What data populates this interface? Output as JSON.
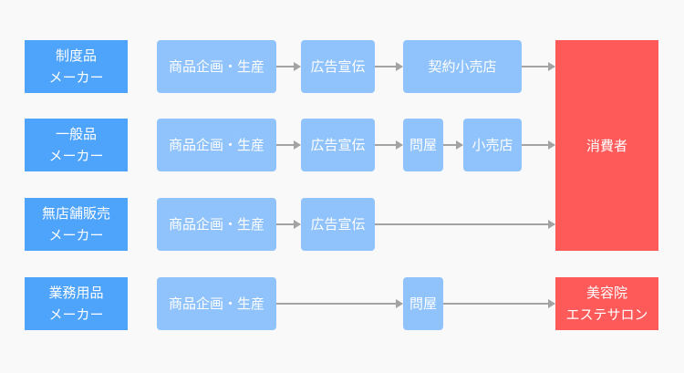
{
  "makers": [
    "制度品\nメーカー",
    "一般品\nメーカー",
    "無店舗販売\nメーカー",
    "業務用品\nメーカー"
  ],
  "steps": {
    "planning": "商品企画・生産",
    "advertising": "広告宣伝",
    "contract_retailer": "契約小売店",
    "wholesaler": "問屋",
    "retailer": "小売店"
  },
  "consumers": {
    "consumer": "消費者",
    "salon": "美容院\nエステサロン"
  }
}
